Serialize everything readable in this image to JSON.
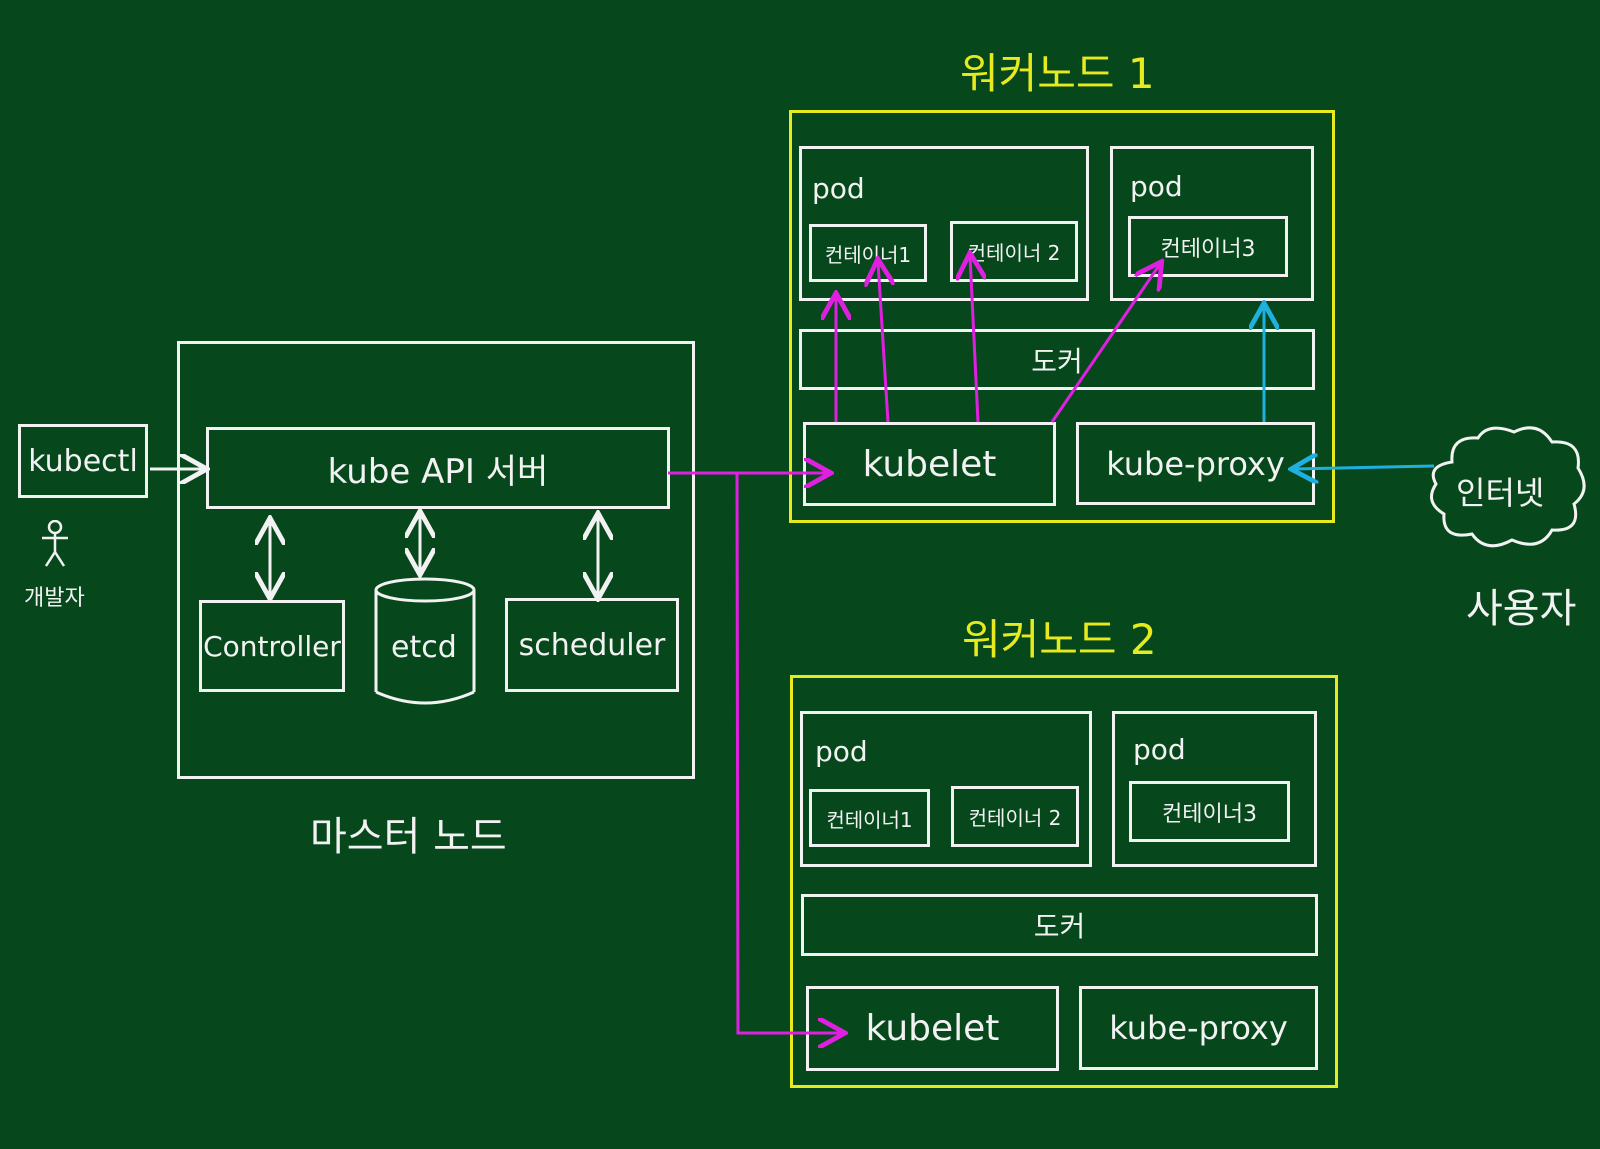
{
  "colors": {
    "background": "#06481c",
    "chalk_white": "#f2f2f2",
    "chalk_yellow": "#e6ea1e",
    "chalk_magenta": "#e020e0",
    "chalk_cyan": "#20b0e0"
  },
  "developer": {
    "kubectl": "kubectl",
    "person_icon": "stick-figure-icon",
    "label": "개발자"
  },
  "master": {
    "title": "마스터 노드",
    "api_server": "kube API 서버",
    "controller": "Controller",
    "etcd": "etcd",
    "scheduler": "scheduler"
  },
  "worker1": {
    "title": "워커노드 1",
    "pod1": {
      "label": "pod",
      "containers": [
        "컨테이너1",
        "컨테이너 2"
      ]
    },
    "pod2": {
      "label": "pod",
      "containers": [
        "컨테이너3"
      ]
    },
    "docker": "도커",
    "kubelet": "kubelet",
    "kube_proxy": "kube-proxy"
  },
  "worker2": {
    "title": "워커노드 2",
    "pod1": {
      "label": "pod",
      "containers": [
        "컨테이너1",
        "컨테이너 2"
      ]
    },
    "pod2": {
      "label": "pod",
      "containers": [
        "컨테이너3"
      ]
    },
    "docker": "도커",
    "kubelet": "kubelet",
    "kube_proxy": "kube-proxy"
  },
  "internet": {
    "cloud_icon": "cloud-icon",
    "label": "인터넷",
    "user_label": "사용자"
  }
}
